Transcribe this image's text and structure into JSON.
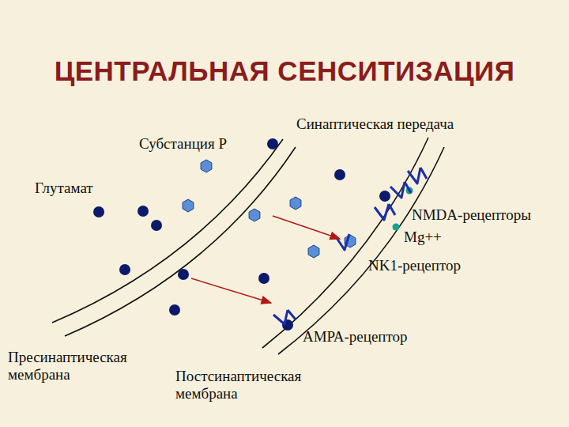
{
  "diagram": {
    "title": "ЦЕНТРАЛЬНАЯ СЕНСИТИЗАЦИЯ",
    "labels": [
      "Синаптическая передача",
      "Субстанция Р",
      "Глутамат",
      "NMDA-рецепторы",
      "Mg++",
      "NK1-рецептор",
      "АМРА-рецептор",
      "Пресинаптическая мембрана",
      "Постсинаптическая мембрана"
    ]
  }
}
